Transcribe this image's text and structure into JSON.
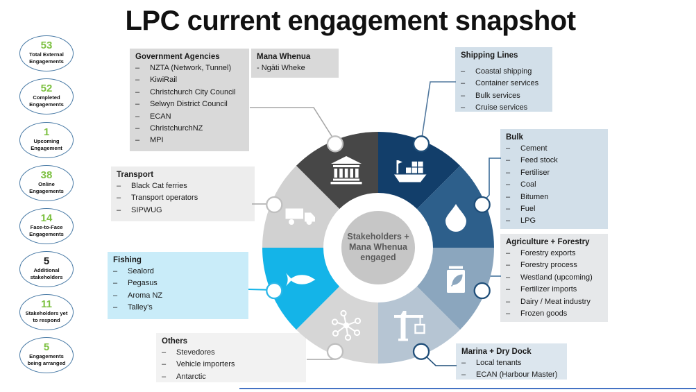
{
  "title": "LPC current engagement snapshot",
  "ui": {
    "dash": "–"
  },
  "stats": [
    {
      "value": "53",
      "label": "Total External Engagements",
      "value_color": "#7dc142"
    },
    {
      "value": "52",
      "label": "Completed Engagements",
      "value_color": "#7dc142"
    },
    {
      "value": "1",
      "label": "Upcoming Engagement",
      "value_color": "#7dc142"
    },
    {
      "value": "38",
      "label": "Online Engagements",
      "value_color": "#7dc142"
    },
    {
      "value": "14",
      "label": "Face-to-Face Engagements",
      "value_color": "#7dc142"
    },
    {
      "value": "5",
      "label": "Additional stakeholders",
      "value_color": "#1a1a1a"
    },
    {
      "value": "11",
      "label": "Stakeholders yet to respond",
      "value_color": "#7dc142"
    },
    {
      "value": "5",
      "label": "Engagements being arranged",
      "value_color": "#7dc142"
    }
  ],
  "center": {
    "lines": [
      "Stakeholders +",
      "Mana Whenua",
      "engaged"
    ]
  },
  "donut": {
    "segments": [
      {
        "name": "Government Agencies",
        "icon": "bank-icon",
        "color": "#474747"
      },
      {
        "name": "Shipping Lines",
        "icon": "ship-icon",
        "color": "#123e6a"
      },
      {
        "name": "Bulk",
        "icon": "droplet-icon",
        "color": "#2d5f8b"
      },
      {
        "name": "Agriculture + Forestry",
        "icon": "fertilizer-bag-icon",
        "color": "#8ba6be"
      },
      {
        "name": "Marina + Dry Dock",
        "icon": "crane-icon",
        "color": "#b6c5d3"
      },
      {
        "name": "Others",
        "icon": "network-icon",
        "color": "#d6d6d6"
      },
      {
        "name": "Fishing",
        "icon": "fish-icon",
        "color": "#14b4e8"
      },
      {
        "name": "Transport",
        "icon": "truck-icon",
        "color": "#d1d1d1"
      }
    ]
  },
  "boxes": {
    "government_agencies": {
      "title": "Government Agencies",
      "bg": "#d9d9d9",
      "items": [
        "NZTA (Network, Tunnel)",
        "KiwiRail",
        "Christchurch City Council",
        "Selwyn District Council",
        "ECAN",
        "ChristchurchNZ",
        "MPI"
      ]
    },
    "mana_whenua": {
      "title": "Mana Whenua",
      "bg": "#d9d9d9",
      "items": [
        "- Ngāti Wheke"
      ]
    },
    "shipping_lines": {
      "title": "Shipping Lines",
      "bg": "#d2dfe9",
      "items": [
        "Coastal shipping",
        "Container services",
        "Bulk services",
        "Cruise services"
      ]
    },
    "bulk": {
      "title": "Bulk",
      "bg": "#d2dfe9",
      "items": [
        "Cement",
        "Feed stock",
        "Fertiliser",
        "Coal",
        "Bitumen",
        "Fuel",
        "LPG"
      ]
    },
    "agriculture_forestry": {
      "title": "Agriculture + Forestry",
      "bg": "#e6e8ea",
      "items": [
        "Forestry exports",
        "Forestry process",
        "Westland (upcoming)",
        "Fertilizer imports",
        "Dairy / Meat industry",
        "Frozen goods"
      ]
    },
    "marina_dry_dock": {
      "title": "Marina + Dry Dock",
      "bg": "#dce6ee",
      "items": [
        "Local tenants",
        "ECAN (Harbour Master)"
      ]
    },
    "transport": {
      "title": "Transport",
      "bg": "#ededed",
      "items": [
        "Black Cat ferries",
        "Transport operators",
        "SIPWUG"
      ]
    },
    "fishing": {
      "title": "Fishing",
      "bg": "#c9ecf9",
      "items": [
        "Sealord",
        "Pegasus",
        "Aroma NZ",
        "Talley's"
      ]
    },
    "others": {
      "title": "Others",
      "bg": "#f2f2f2",
      "items": [
        "Stevedores",
        "Vehicle importers",
        "Antarctic"
      ]
    }
  },
  "colors": {
    "oval_border": "#4a7ba6",
    "center_circle": "#c6c6c6",
    "center_text": "#595959",
    "connector_gray": "#a6a6a6",
    "connector_steel": "#51789e",
    "connector_blue": "#3a6b97",
    "connector_navy": "#1f4e79",
    "connector_cyan": "#14b4e8",
    "node_gray": "#bfbfbf",
    "node_navy": "#1f4e79",
    "node_cyan": "#2cb7e8",
    "bottom_line": "#4472c4"
  }
}
